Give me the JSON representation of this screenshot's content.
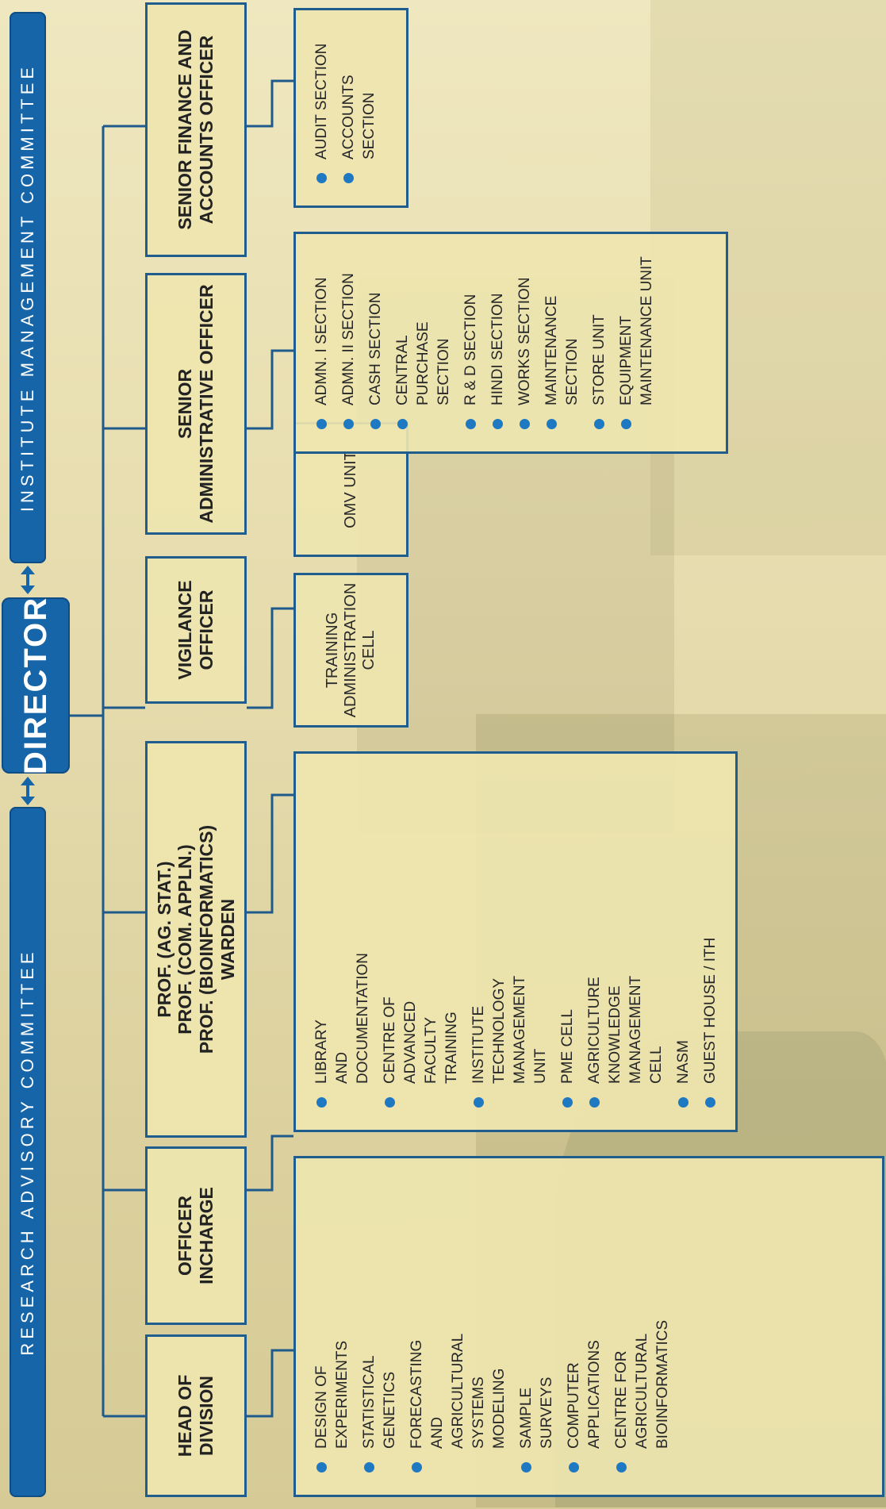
{
  "header": {
    "left_committee": "RESEARCH ADVISORY COMMITTEE",
    "director": "DIRECTOR",
    "right_committee": "INSTITUTE MANAGEMENT COMMITTEE"
  },
  "officers": [
    {
      "lines": [
        "HEAD OF",
        "DIVISION"
      ]
    },
    {
      "lines": [
        "OFFICER",
        "INCHARGE"
      ]
    },
    {
      "lines": [
        "PROF. (AG. STAT.)",
        "PROF. (COM. APPLN.)",
        "PROF. (BIOINFORMATICS)",
        "WARDEN"
      ]
    },
    {
      "lines": [
        "VIGILANCE",
        "OFFICER"
      ]
    },
    {
      "lines": [
        "SENIOR",
        "ADMINISTRATIVE OFFICER"
      ]
    },
    {
      "lines": [
        "SENIOR FINANCE AND",
        "ACCOUNTS OFFICER"
      ]
    }
  ],
  "division_list": [
    "DESIGN OF\nEXPERIMENTS",
    "STATISTICAL\nGENETICS",
    "FORECASTING\nAND\nAGRICULTURAL\nSYSTEMS\nMODELING",
    "SAMPLE\nSURVEYS",
    "COMPUTER\nAPPLICATIONS",
    "CENTRE FOR\nAGRICULTURAL\nBIOINFORMATICS"
  ],
  "incharge_list": [
    "LIBRARY\nAND\nDOCUMENTATION",
    "CENTRE OF\nADVANCED\nFACULTY\nTRAINING",
    "INSTITUTE\nTECHNOLOGY\nMANAGEMENT\nUNIT",
    "PME CELL",
    "AGRICULTURE\nKNOWLEDGE\nMANAGEMENT\nCELL",
    "NASM",
    "GUEST HOUSE / ITH"
  ],
  "training_cell": [
    "TRAINING",
    "ADMINISTRATION",
    "CELL"
  ],
  "omv_unit": "OMV UNIT",
  "admin_list": [
    "ADMN. I SECTION",
    "ADMN. II SECTION",
    "CASH SECTION",
    "CENTRAL\nPURCHASE\nSECTION",
    "R & D SECTION",
    "HINDI SECTION",
    "WORKS SECTION",
    "MAINTENANCE\nSECTION",
    "STORE UNIT",
    "EQUIPMENT\nMAINTENANCE UNIT"
  ],
  "finance_list": [
    "AUDIT SECTION",
    "ACCOUNTS\nSECTION"
  ],
  "colors": {
    "pill_blue": "#1565a8",
    "line_blue": "#1e5a8c",
    "box_fill": "#eee5af",
    "bullet_blue": "#1e78c2"
  }
}
